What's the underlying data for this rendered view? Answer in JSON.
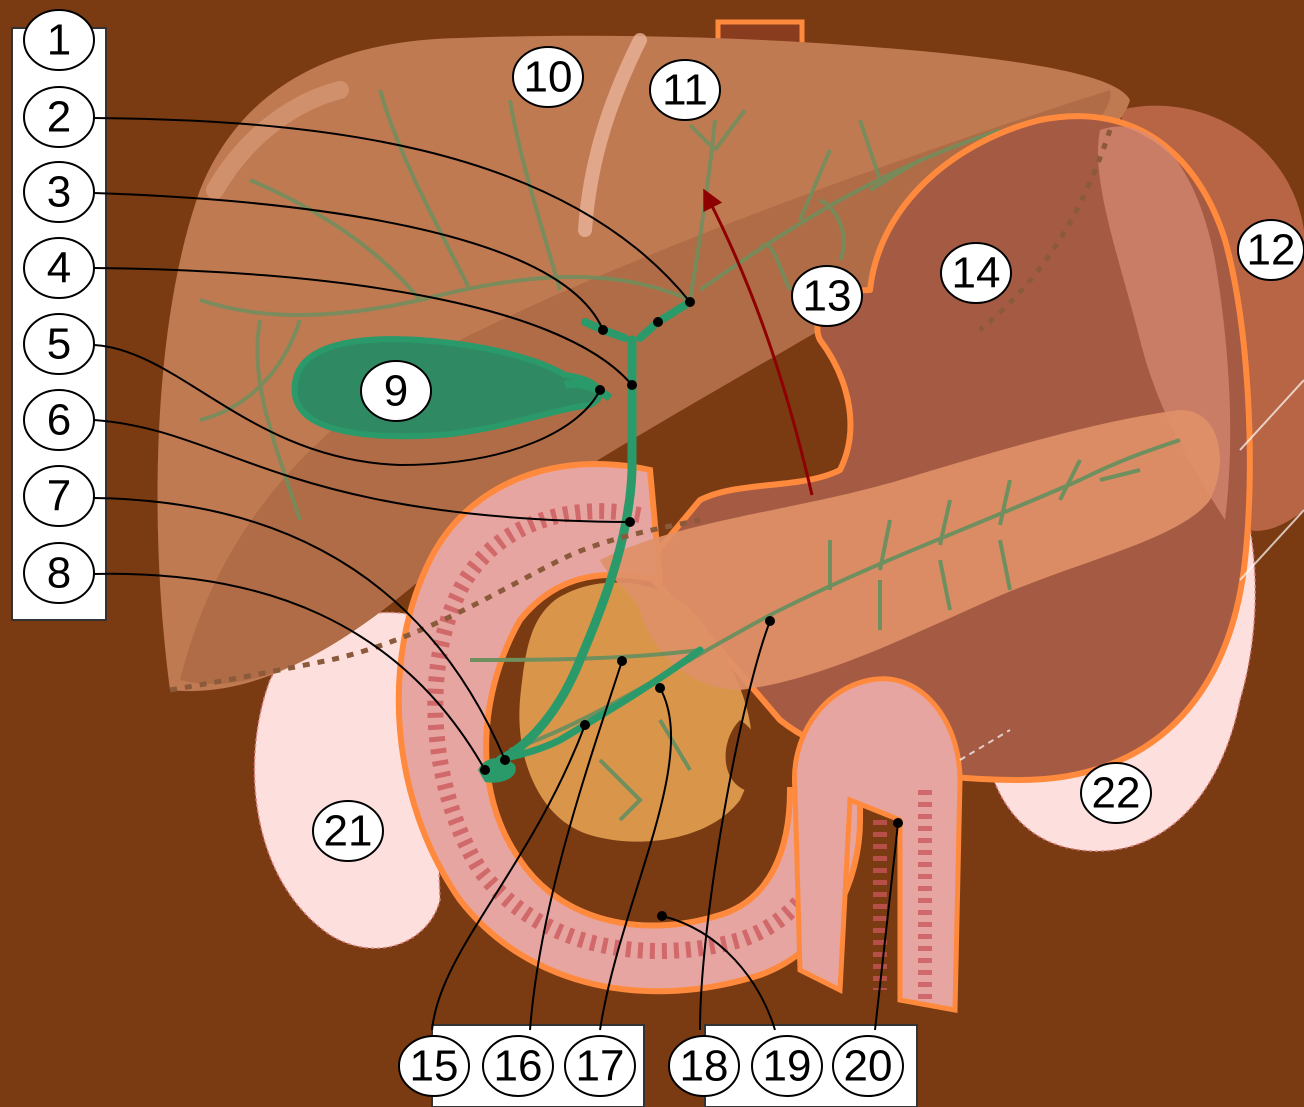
{
  "labels": {
    "l1": "1",
    "l2": "2",
    "l3": "3",
    "l4": "4",
    "l5": "5",
    "l6": "6",
    "l7": "7",
    "l8": "8",
    "l9": "9",
    "l10": "10",
    "l11": "11",
    "l12": "12",
    "l13": "13",
    "l14": "14",
    "l15": "15",
    "l16": "16",
    "l17": "17",
    "l18": "18",
    "l19": "19",
    "l20": "20",
    "l21": "21",
    "l22": "22"
  },
  "colors": {
    "background": "#7b3b12",
    "liver": "#c07a52",
    "bile_duct": "#2a9a6a",
    "stomach": "#a55a43",
    "pancreas": "#df9068",
    "duodenum": "#e4a29a",
    "outline": "#ff8a3d",
    "arrow": "#8f0000"
  }
}
